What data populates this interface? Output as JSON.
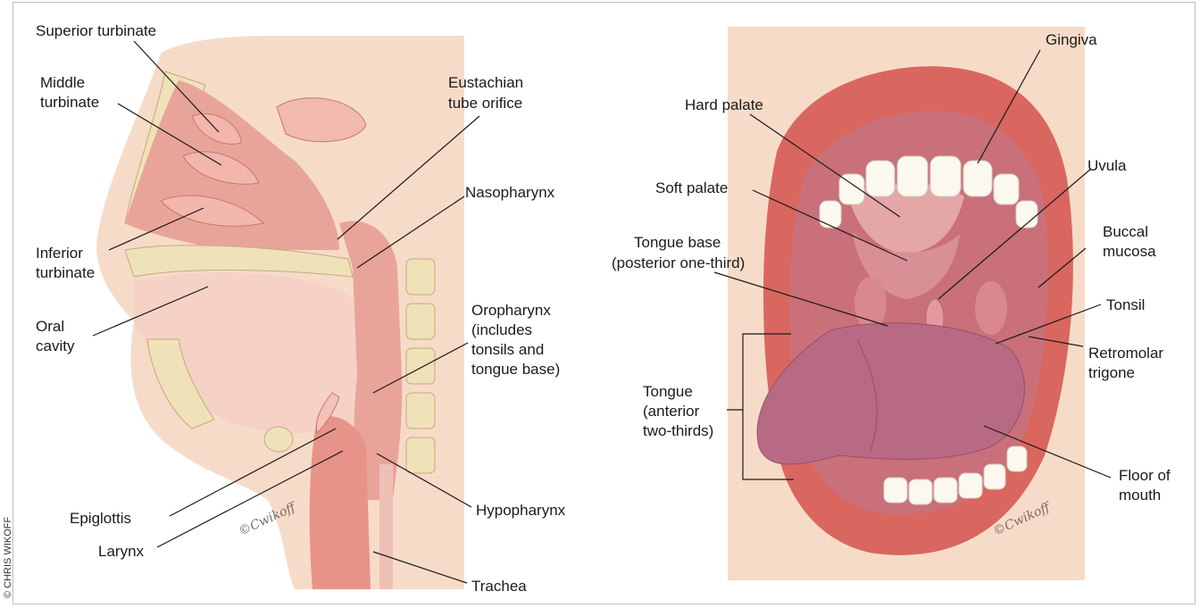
{
  "credit": "© CHRIS WIKOFF",
  "signature": "©Cwikoff",
  "colors": {
    "tissue_pink": "#e9a49a",
    "light_pink": "#f7d3cc",
    "bone": "#efe2b8",
    "tongue": "#b86a84",
    "lips": "#d9675f",
    "skin": "#f6dcc8",
    "tan_bg": "#eeddb8",
    "leader": "#1a1a1a"
  },
  "left_panel": {
    "labels": {
      "superior_turbinate": "Superior turbinate",
      "middle_turbinate_1": "Middle",
      "middle_turbinate_2": "turbinate",
      "eustachian_1": "Eustachian",
      "eustachian_2": "tube orifice",
      "nasopharynx": "Nasopharynx",
      "inferior_turbinate_1": "Inferior",
      "inferior_turbinate_2": "turbinate",
      "oral_cavity_1": "Oral",
      "oral_cavity_2": "cavity",
      "oropharynx_1": "Oropharynx",
      "oropharynx_2": "(includes",
      "oropharynx_3": "tonsils and",
      "oropharynx_4": "tongue base)",
      "epiglottis": "Epiglottis",
      "larynx": "Larynx",
      "hypopharynx": "Hypopharynx",
      "trachea": "Trachea"
    }
  },
  "right_panel": {
    "labels": {
      "gingiva": "Gingiva",
      "hard_palate": "Hard palate",
      "uvula": "Uvula",
      "soft_palate": "Soft palate",
      "buccal_1": "Buccal",
      "buccal_2": "mucosa",
      "tongue_base_1": "Tongue base",
      "tongue_base_2": "(posterior one-third)",
      "tonsil": "Tonsil",
      "retromolar_1": "Retromolar",
      "retromolar_2": "trigone",
      "tongue_1": "Tongue",
      "tongue_2": "(anterior",
      "tongue_3": "two-thirds)",
      "floor_1": "Floor of",
      "floor_2": "mouth"
    }
  }
}
